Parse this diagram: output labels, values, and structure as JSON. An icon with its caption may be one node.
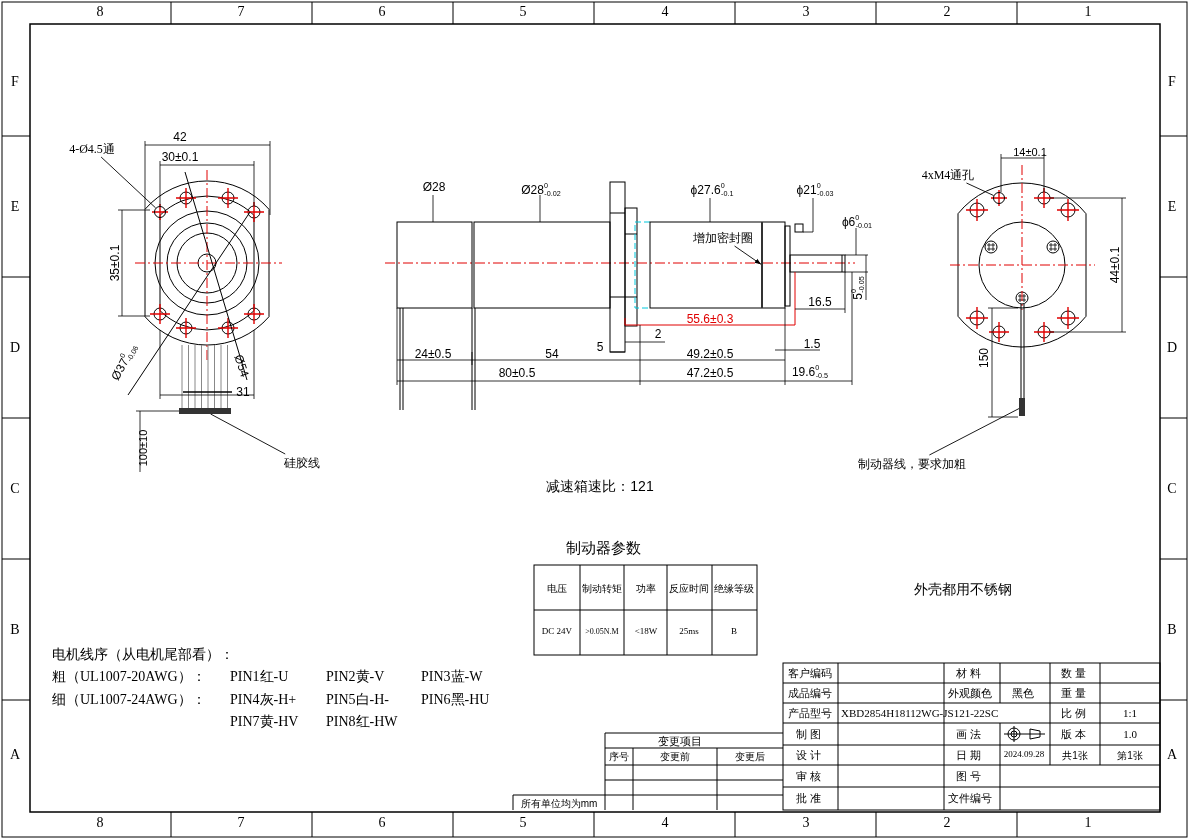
{
  "diagram": {
    "nodes": [
      {
        "text": [
          "4-Ø4.5通"
        ]
      },
      {
        "text": [],
        "shape": "circle"
      },
      {
        "text": [
          "硅胶线"
        ]
      },
      {
        "text": [],
        "shape": "bar"
      },
      {
        "text": [
          "增加密封圈"
        ]
      },
      {
        "text": [],
        "shape": "bar"
      },
      {
        "text": [
          "4xM4通孔"
        ]
      },
      {
        "text": [],
        "shape": "circle"
      },
      {
        "text": [
          "制动器线，要求加粗"
        ]
      },
      {
        "text": [],
        "shape": "bar"
      }
    ],
    "edges": [
      {
        "from": 0,
        "to": 1,
        "arrow": "none"
      },
      {
        "from": 2,
        "to": 3,
        "arrow": "none"
      },
      {
        "from": 4,
        "to": 5,
        "arrow": "to"
      },
      {
        "from": 6,
        "to": 7,
        "arrow": "none"
      },
      {
        "from": 8,
        "to": 9,
        "arrow": "none"
      }
    ],
    "labels": [
      "8",
      "7",
      "6",
      "5",
      "4",
      "3",
      "2",
      "1",
      "F",
      "E",
      "D",
      "C",
      "B",
      "A",
      "F",
      "E",
      "D",
      "C",
      "B",
      "A",
      "8",
      "7",
      "6",
      "5",
      "4",
      "3",
      "2",
      "1",
      "42",
      "30±0.1",
      "35±0.1",
      "Ø37$^{0}$$_{-0.06}$",
      "Ø54",
      "31",
      "100±10",
      "Ø28",
      "Ø28$^{0}$$_{-0.02}$",
      "ϕ27.6$^{0}$$_{-0.1}$",
      "ϕ21$^{0}$$_{-0.03}$",
      "ϕ6$^{0}$$_{-0.01}$",
      "5$^{0}$$_{-0.05}$",
      "16.5",
      "55.6±0.3",
      "2",
      "5",
      "1.5",
      "24±0.5",
      "54",
      "49.2±0.5",
      "80±0.5",
      "47.2±0.5",
      "19.6$^{0}$$_{-0.5}$",
      "14±0.1",
      "44±0.1",
      "150",
      "减速箱速比：121",
      "制动器参数",
      "电压",
      "制动转矩",
      "功率",
      "反应时间",
      "绝缘等级",
      "DC 24V",
      ">0.05N.M",
      "<18W",
      "25ms",
      "B",
      "外壳都用不锈钢",
      "电机线序（从电机尾部看）：",
      "粗（UL1007-20AWG）：",
      "PIN1红-U",
      "PIN2黄-V",
      "PIN3蓝-W",
      "细（UL1007-24AWG）：",
      "PIN4灰-H+",
      "PIN5白-H-",
      "PIN6黑-HU",
      "PIN7黄-HV",
      "PIN8红-HW",
      "客户编码",
      "材料",
      "数量",
      "成品编号",
      "外观颜色",
      "黑色",
      "重量",
      "产品型号",
      "XBD2854H18112WG-JS121-22SC",
      "比例",
      "1:1",
      "变更项目",
      "制图",
      "画法",
      "版本",
      "1.0",
      "序号",
      "变更前",
      "变更后",
      "设计",
      "日期",
      "2024.09.28",
      "共1张",
      "第1张",
      "审核",
      "图号",
      "所有单位均为mm",
      "批准",
      "文件编号"
    ]
  }
}
